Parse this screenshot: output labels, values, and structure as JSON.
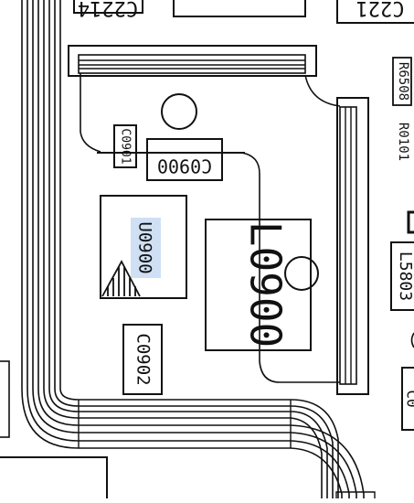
{
  "refdes": {
    "c2214": "C2214",
    "c0901": "C0901",
    "c0900": "C0900",
    "u0900": "U0900",
    "c0902": "C0902",
    "l0900": "L0900",
    "r6508": "R6508",
    "r0101": "R0101",
    "l5803": "L5803"
  },
  "colors": {
    "line": "#111111",
    "background": "#ffffff",
    "selection_highlight": "#cfe0f5"
  }
}
